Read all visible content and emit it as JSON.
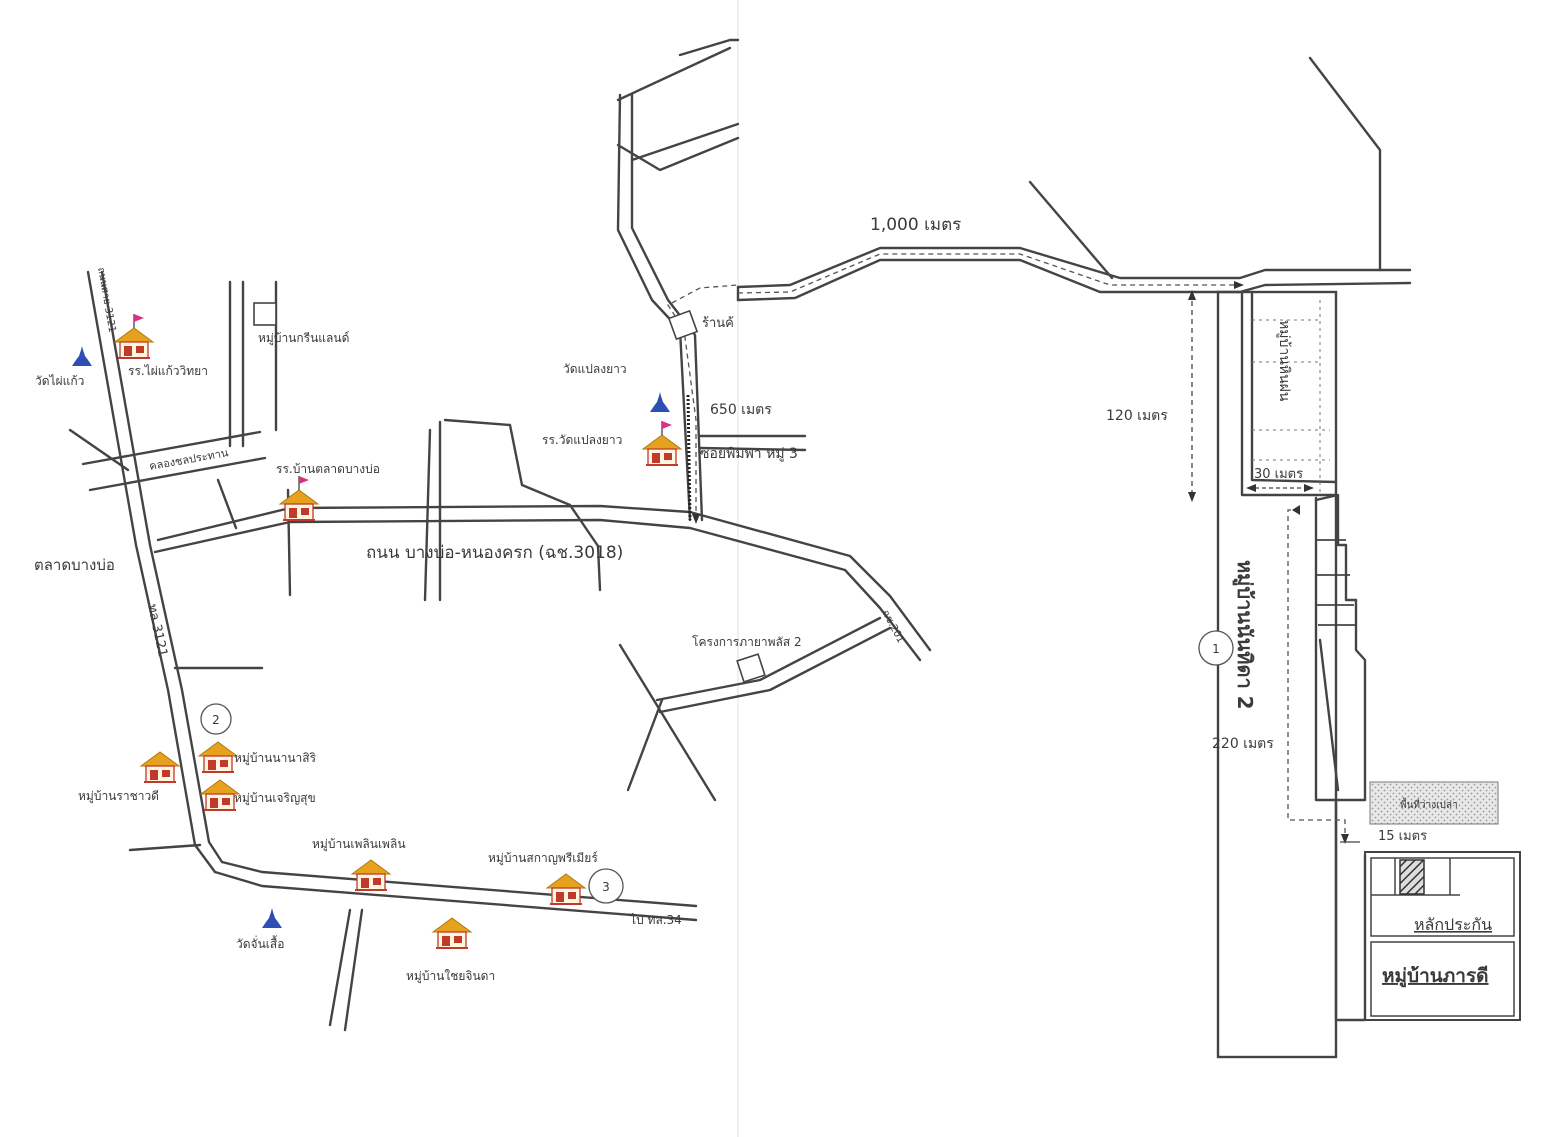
{
  "labels": {
    "distance_1000": "1,000 เมตร",
    "distance_650": "650 เมตร",
    "distance_120": "120 เมตร",
    "distance_30": "30 เมตร",
    "distance_220": "220 เมตร",
    "distance_15": "15 เมตร",
    "shop": "ร้านค้",
    "wat_plaeng_yao": "วัดแปลงยาว",
    "school_wat_plaeng_yao": "รร.วัดแปลงยาว",
    "soi_phimpha": "ซอยพิมพา หมู่ 3",
    "road_bangbo_nongkhrok": "ถนน บางบ่อ-หนองครก (ฉช.3018)",
    "road_3121": "ทล.3121",
    "road_top_vertical": "ถนนสาย 3121",
    "road_ch_201": "ฉช.201",
    "road_bottom": "ไป ทล.34",
    "canal": "คลองชลประทาน",
    "wat_phai_kaeo": "วัดไผ่แก้ว",
    "school_phai_kaeo": "รร.ไผ่แก้ววิทยา",
    "village_green_land": "หมู่บ้านกรีนแลนด์",
    "school_talat_bang_bo": "รร.บ้านตลาดบางบ่อ",
    "talat_bang_bo": "ตลาดบางบ่อ",
    "project_phatsakorn": "โครงการภายาพลัส 2",
    "village_nanasiri": "หมู่บ้านนานาสิริ",
    "village_rachawadee": "หมู่บ้านราชาวดี",
    "village_charoensuk": "หมู่บ้านเจริญสุข",
    "village_phloen": "หมู่บ้านเพลินเพลิน",
    "village_premier": "หมู่บ้านสกาญพรีเมียร์",
    "wat_jing_sam": "วัดจั่นเสื้อ",
    "village_chaichinda": "หมู่บ้านใชยจินดา",
    "village_nanthida": "หมู่บ้านนันทิดา 2",
    "village_hinfon": "หมู่บ้านหินฝน",
    "collateral": "หลักประกัน",
    "village_pharadee": "หมู่บ้านภารดี",
    "stipple_area": "พื้นที่ว่างเปล่า",
    "marker_1": "1",
    "marker_2": "2",
    "marker_3": "3"
  },
  "icons": {
    "temple": "temple-icon",
    "school": "school-flag-icon",
    "house": "house-icon",
    "marker": "numbered-circle-marker",
    "subject_property": "collateral-hatched-marker"
  },
  "colors": {
    "road": "#444444",
    "temple": "#2d4fb5",
    "roof": "#e6a21e",
    "house_body": "#c0392b",
    "text": "#3a3a3a",
    "hatch": "#555555"
  }
}
